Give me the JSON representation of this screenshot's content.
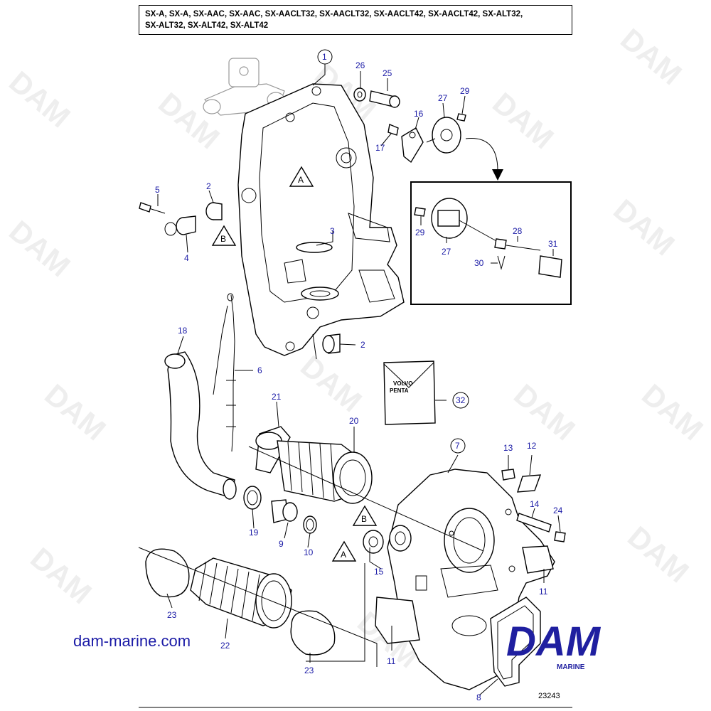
{
  "title": {
    "line1": "SX-A, SX-A, SX-AAC, SX-AAC, SX-AACLT32, SX-AACLT32, SX-AACLT42, SX-AACLT42, SX-ALT32,",
    "line2": "SX-ALT32, SX-ALT42, SX-ALT42"
  },
  "website": "dam-marine.com",
  "logo": {
    "text": "DAM",
    "subtext": "MARINE",
    "color": "#1f1fa0"
  },
  "watermark": "DAM",
  "drawing_number": "23243",
  "kit_label": {
    "line1": "VOLVO",
    "line2": "PENTA"
  },
  "ref_markers": {
    "a": "A",
    "b": "B"
  },
  "callouts": {
    "c1": "1",
    "c2": "2",
    "c3": "3",
    "c4": "4",
    "c5": "5",
    "c6": "6",
    "c7": "7",
    "c8": "8",
    "c9": "9",
    "c10": "10",
    "c11": "11",
    "c12": "12",
    "c13": "13",
    "c14": "14",
    "c15": "15",
    "c16": "16",
    "c17": "17",
    "c18": "18",
    "c19": "19",
    "c20": "20",
    "c21": "21",
    "c22": "22",
    "c23": "23",
    "c24": "24",
    "c25": "25",
    "c26": "26",
    "c27": "27",
    "c28": "28",
    "c29": "29",
    "c30": "30",
    "c31": "31",
    "c32": "32"
  },
  "colors": {
    "callout": "#1a1aa6",
    "logo": "#1f1fa0",
    "watermark": "#eeeeee"
  }
}
